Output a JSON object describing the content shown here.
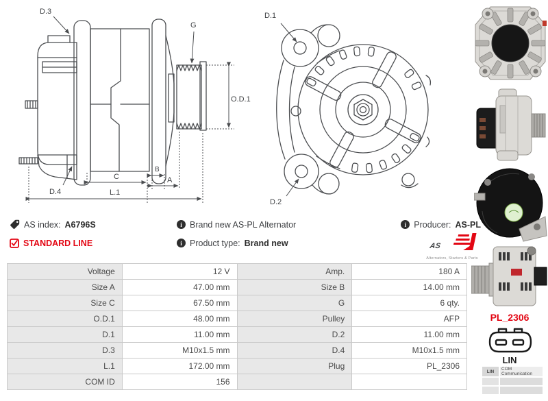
{
  "colors": {
    "accent_red": "#e30613",
    "table_label_bg": "#e8e8e8",
    "table_border": "#c9c9c9"
  },
  "glyphs": {
    "info": "i"
  },
  "drawing_labels": {
    "d3": "D.3",
    "g": "G",
    "od1": "O.D.1",
    "d4": "D.4",
    "c": "C",
    "b": "B",
    "a": "A",
    "l1": "L.1",
    "d1": "D.1",
    "d2": "D.2"
  },
  "info_bar": {
    "as_index_label": "AS index:",
    "as_index_value": "A6796S",
    "line_badge": "STANDARD LINE",
    "description": "Brand new AS-PL Alternator",
    "product_type_label": "Product type:",
    "product_type_value": "Brand new",
    "producer_label": "Producer:",
    "producer_value": "AS-PL",
    "logo_text": "AS",
    "logo_tagline": "Alternators, Starters & Parts"
  },
  "spec_table": {
    "rows": [
      {
        "l1": "Voltage",
        "v1": "12 V",
        "l2": "Amp.",
        "v2": "180 A"
      },
      {
        "l1": "Size A",
        "v1": "47.00 mm",
        "l2": "Size B",
        "v2": "14.00 mm"
      },
      {
        "l1": "Size C",
        "v1": "67.50 mm",
        "l2": "G",
        "v2": "6 qty."
      },
      {
        "l1": "O.D.1",
        "v1": "48.00 mm",
        "l2": "Pulley",
        "v2": "AFP"
      },
      {
        "l1": "D.1",
        "v1": "11.00 mm",
        "l2": "D.2",
        "v2": "11.00 mm"
      },
      {
        "l1": "D.3",
        "v1": "M10x1.5 mm",
        "l2": "D.4",
        "v2": "M10x1.5 mm"
      },
      {
        "l1": "L.1",
        "v1": "172.00 mm",
        "l2": "Plug",
        "v2": "PL_2306"
      },
      {
        "l1": "COM ID",
        "v1": "156",
        "l2": "",
        "v2": ""
      }
    ]
  },
  "connector": {
    "code": "PL_2306",
    "name": "LIN",
    "pins": [
      {
        "pin": "LIN",
        "description": "COM Communication"
      }
    ]
  }
}
